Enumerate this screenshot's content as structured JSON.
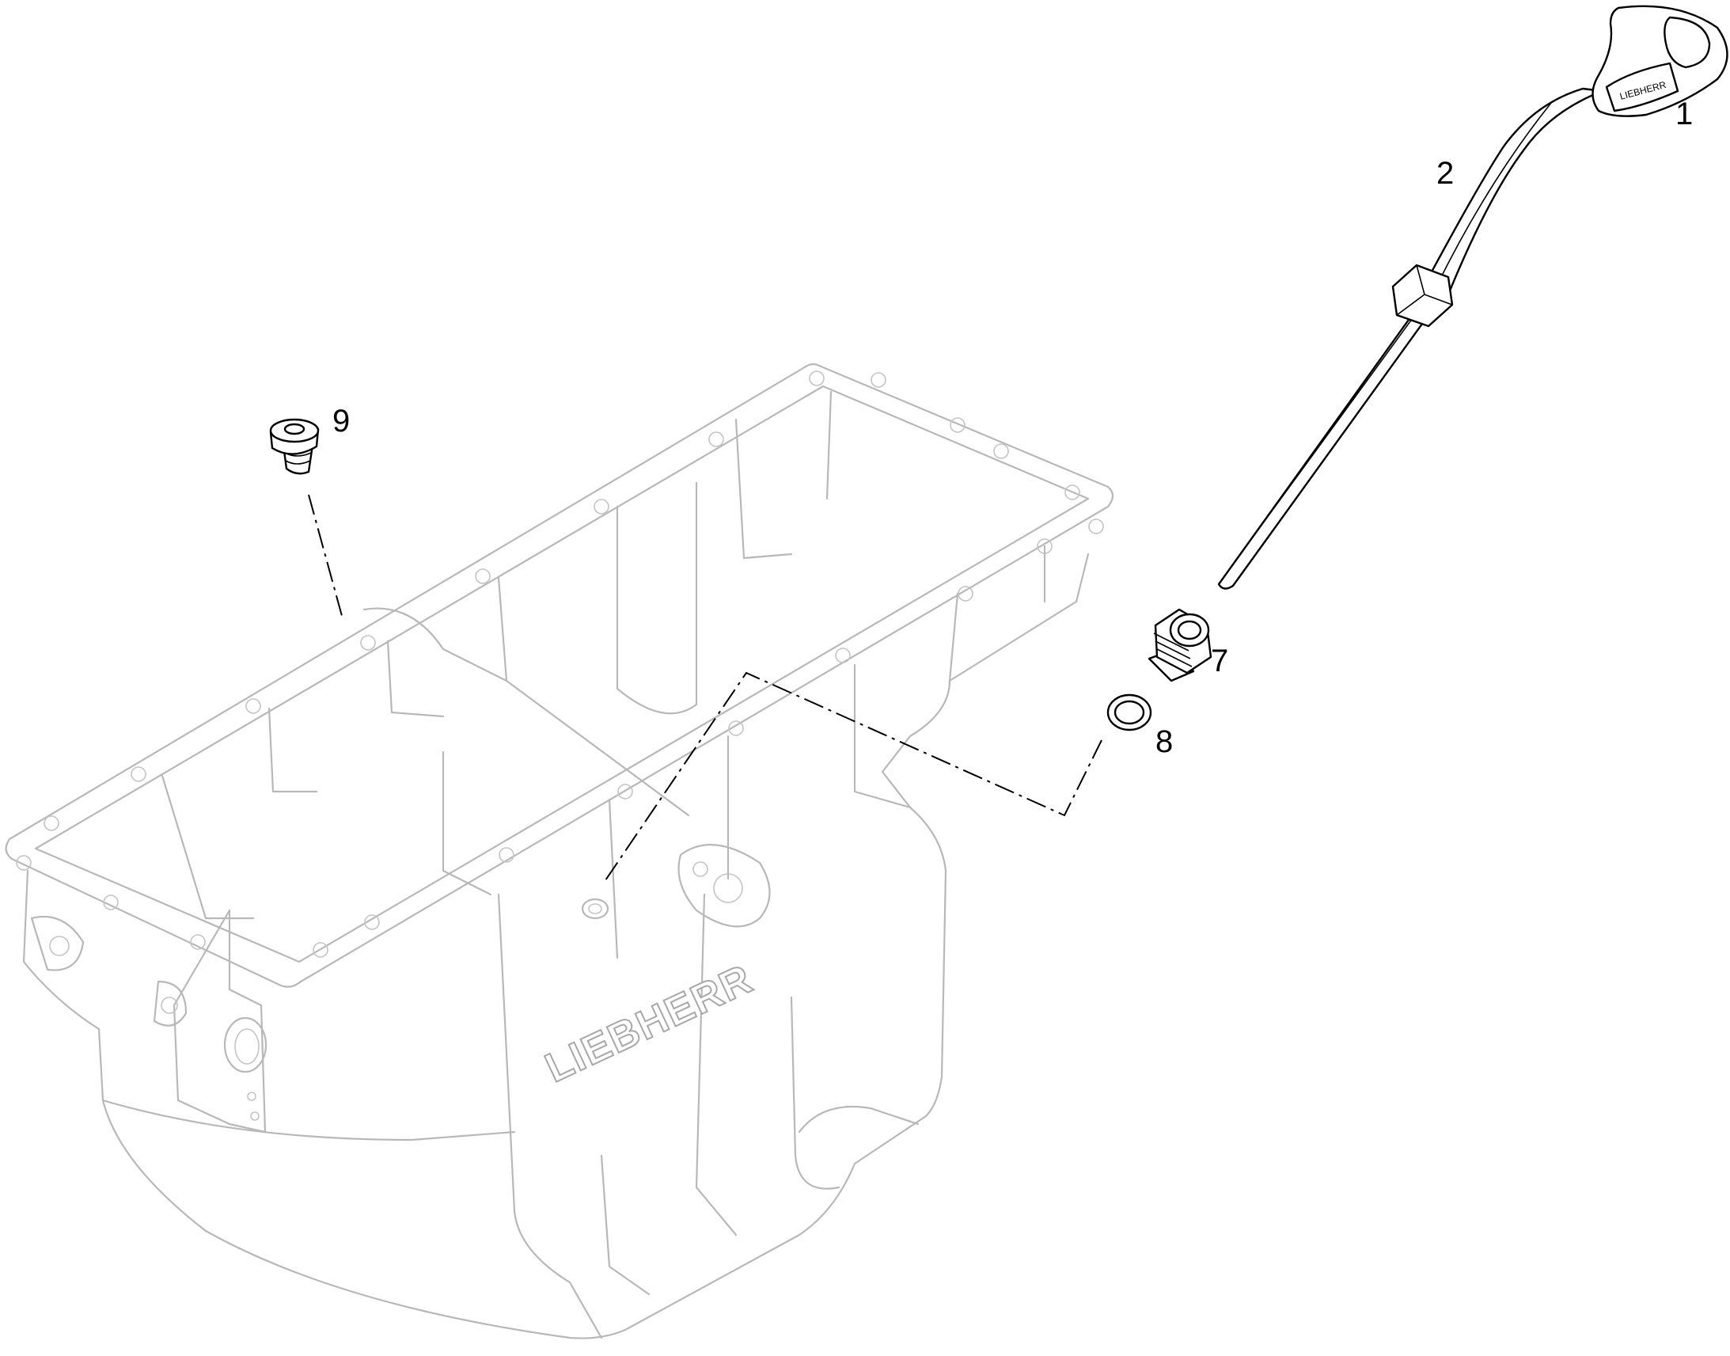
{
  "diagram": {
    "callouts": [
      {
        "id": "1",
        "label": "1"
      },
      {
        "id": "2",
        "label": "2"
      },
      {
        "id": "7",
        "label": "7"
      },
      {
        "id": "8",
        "label": "8"
      },
      {
        "id": "9",
        "label": "9"
      }
    ],
    "brand_mark": "LIEBHERR",
    "dipstick_handle_mark": "LIEBHERR"
  }
}
